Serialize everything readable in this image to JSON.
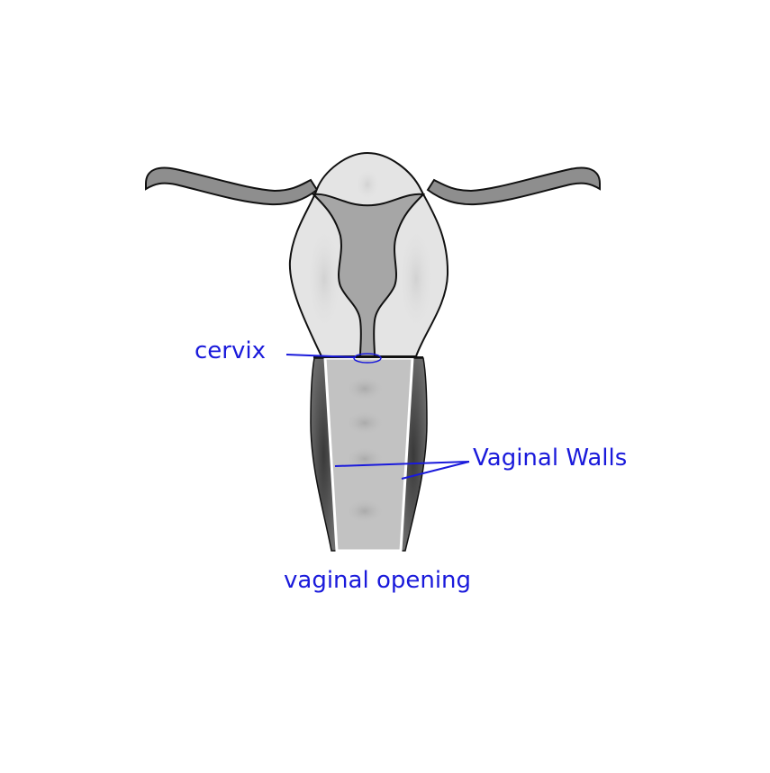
{
  "labels": {
    "cervix": "cervix",
    "vaginal_walls": "Vaginal Walls",
    "vaginal_opening": "vaginal opening"
  },
  "colors": {
    "label": "#1a1adb",
    "outline": "#111111",
    "uterus_fill": "#e4e4e4",
    "cavity_fill": "#a6a6a6",
    "canal_fill": "#c2c2c2",
    "wall_fill": "#505050",
    "tube_fill": "#8e8e8e"
  }
}
